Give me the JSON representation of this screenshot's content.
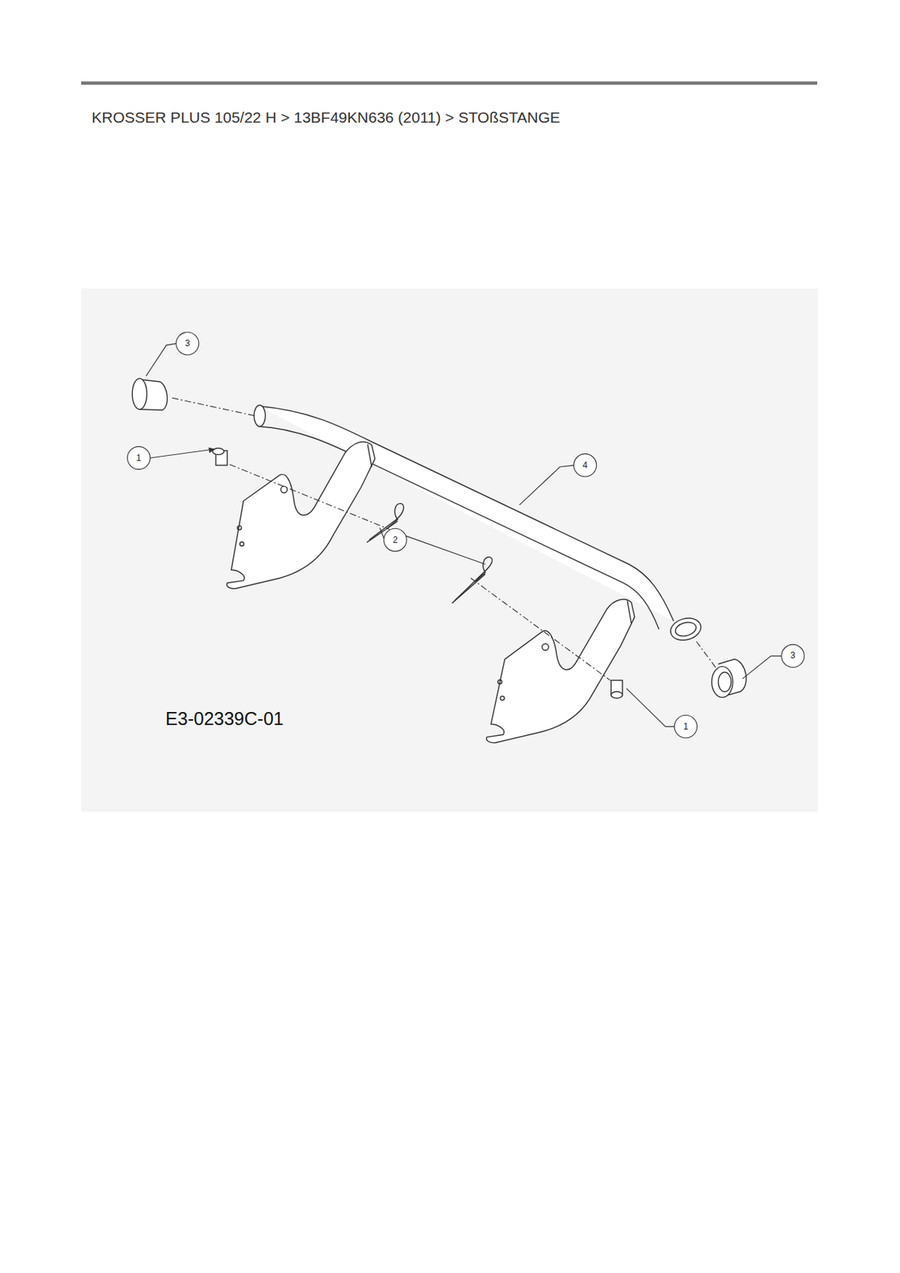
{
  "diagram": {
    "title": "KROSSER PLUS 105/22 H  >  13BF49KN636 (2011)  >  STOßSTANGE",
    "caption": "E3-02339C-01",
    "labels": [
      "3",
      "1",
      "4",
      "2",
      "3",
      "1"
    ]
  }
}
